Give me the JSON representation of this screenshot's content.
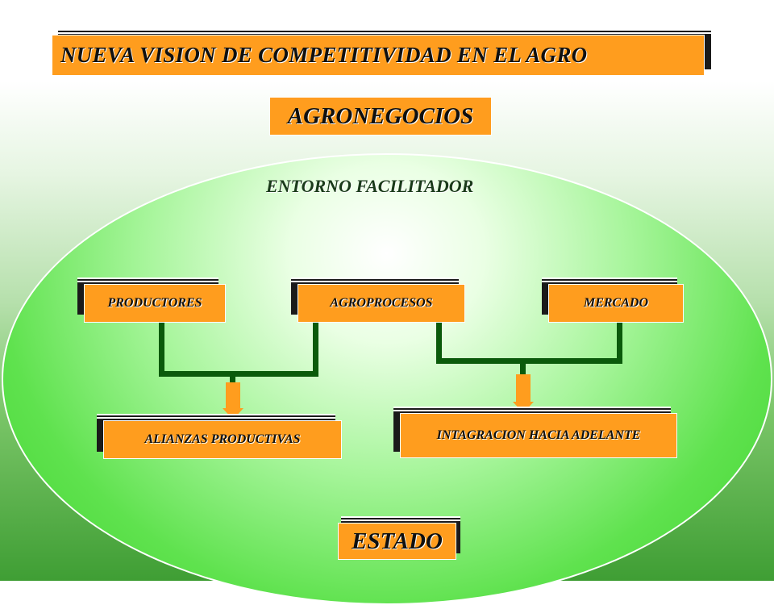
{
  "title": "NUEVA VISION DE COMPETITIVIDAD  EN EL AGRO",
  "top_label": "AGRONEGOCIOS",
  "ellipse_label": "ENTORNO FACILITADOR",
  "nodes": {
    "productores": "PRODUCTORES",
    "agroprocesos": "AGROPROCESOS",
    "mercado": "MERCADO",
    "alianzas": "ALIANZAS PRODUCTIVAS",
    "integracion": "INTAGRACION  HACIA ADELANTE"
  },
  "bottom_label": "ESTADO",
  "colors": {
    "box_fill": "#ff9d1e",
    "connector": "#0b5a0b",
    "ellipse": "#5fe24e"
  }
}
